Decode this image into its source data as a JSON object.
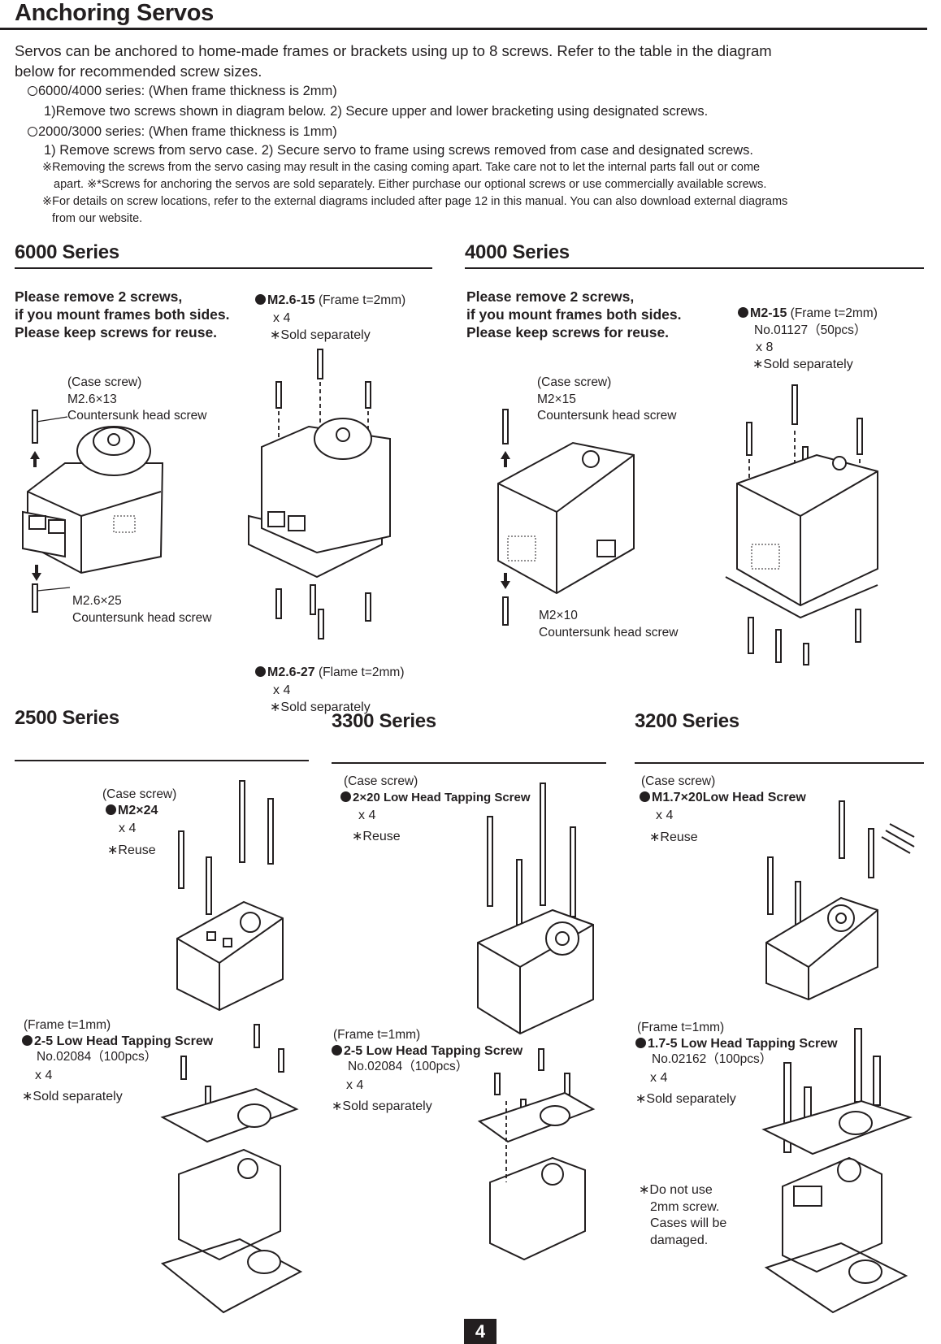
{
  "title": "Anchoring Servos",
  "intro": {
    "p1": "Servos can be anchored to home-made frames or brackets using up to 8 screws. Refer to the table in the diagram",
    "p2": "below for recommended screw sizes.",
    "s1_head": "6000/4000 series: (When frame thickness is 2mm)",
    "s1_step": "1)Remove two screws shown in diagram below.  2) Secure upper and lower bracketing using designated screws.",
    "s2_head": "2000/3000 series: (When frame thickness is  1mm)",
    "s2_step": "1) Remove screws from servo case.  2) Secure servo to frame using screws removed from case and designated screws.",
    "note1": "※Removing the screws from the servo casing may result in the casing coming apart. Take care not to let the internal parts fall out or come",
    "note1b": "apart.   ※*Screws for anchoring the servos are sold separately.  Either purchase our optional screws or use commercially available screws.",
    "note2": "※For details on screw locations, refer to the external diagrams included after page 12 in this manual. You can also download external diagrams",
    "note2b": "from our website."
  },
  "s6000": {
    "title": "6000 Series",
    "instr1": "Please remove 2 screws,",
    "instr2": "if you mount frames both sides.",
    "instr3": "Please keep screws for reuse.",
    "case_lbl": "(Case screw)",
    "top_size": "M2.6×13",
    "top_type": "Countersunk head  screw",
    "bot_size": "M2.6×25",
    "bot_type": "Countersunk head  screw",
    "up_name": "M2.6-15",
    "up_frame": " (Frame t=2mm)",
    "up_qty": "x 4",
    "up_sold": "∗Sold separately",
    "lo_name": "M2.6-27",
    "lo_frame": " (Flame t=2mm)",
    "lo_qty": "x 4",
    "lo_sold": "∗Sold separately"
  },
  "s4000": {
    "title": "4000 Series",
    "instr1": "Please remove 2 screws,",
    "instr2": "if you mount frames both sides.",
    "instr3": "Please keep screws for reuse.",
    "case_lbl": "(Case screw)",
    "top_size": "M2×15",
    "top_type": "Countersunk head  screw",
    "bot_size": "M2×10",
    "bot_type": "Countersunk head  screw",
    "name": "M2-15",
    "frame": " (Frame t=2mm)",
    "no": "No.01127（50pcs）",
    "qty": "x 8",
    "sold": "∗Sold separately"
  },
  "s2500": {
    "title": "2500 Series",
    "case_lbl": "(Case screw)",
    "case_name": "M2×24",
    "case_qty": "x 4",
    "case_reuse": "∗Reuse",
    "frame_lbl": "(Frame t=1mm)",
    "name": "2-5 Low Head Tapping Screw",
    "no": "No.02084（100pcs）",
    "qty": "x 4",
    "sold": "∗Sold separately"
  },
  "s3300": {
    "title": "3300 Series",
    "case_lbl": "(Case screw)",
    "case_name": "2×20 Low Head Tapping Screw",
    "case_qty": "x 4",
    "case_reuse": "∗Reuse",
    "frame_lbl": "(Frame t=1mm)",
    "name": "2-5 Low Head Tapping Screw",
    "no": "No.02084（100pcs）",
    "qty": "x 4",
    "sold": "∗Sold separately"
  },
  "s3200": {
    "title": "3200 Series",
    "case_lbl": "(Case screw)",
    "case_name": "M1.7×20Low Head Screw",
    "case_qty": "x 4",
    "case_reuse": "∗Reuse",
    "frame_lbl": "(Frame t=1mm)",
    "name": "1.7-5 Low Head Tapping Screw",
    "no": "No.02162（100pcs）",
    "qty": "x 4",
    "sold": "∗Sold separately",
    "warn1": "∗Do not use",
    "warn2": "2mm screw.",
    "warn3": "Cases will be",
    "warn4": "damaged."
  },
  "page_number": "4"
}
